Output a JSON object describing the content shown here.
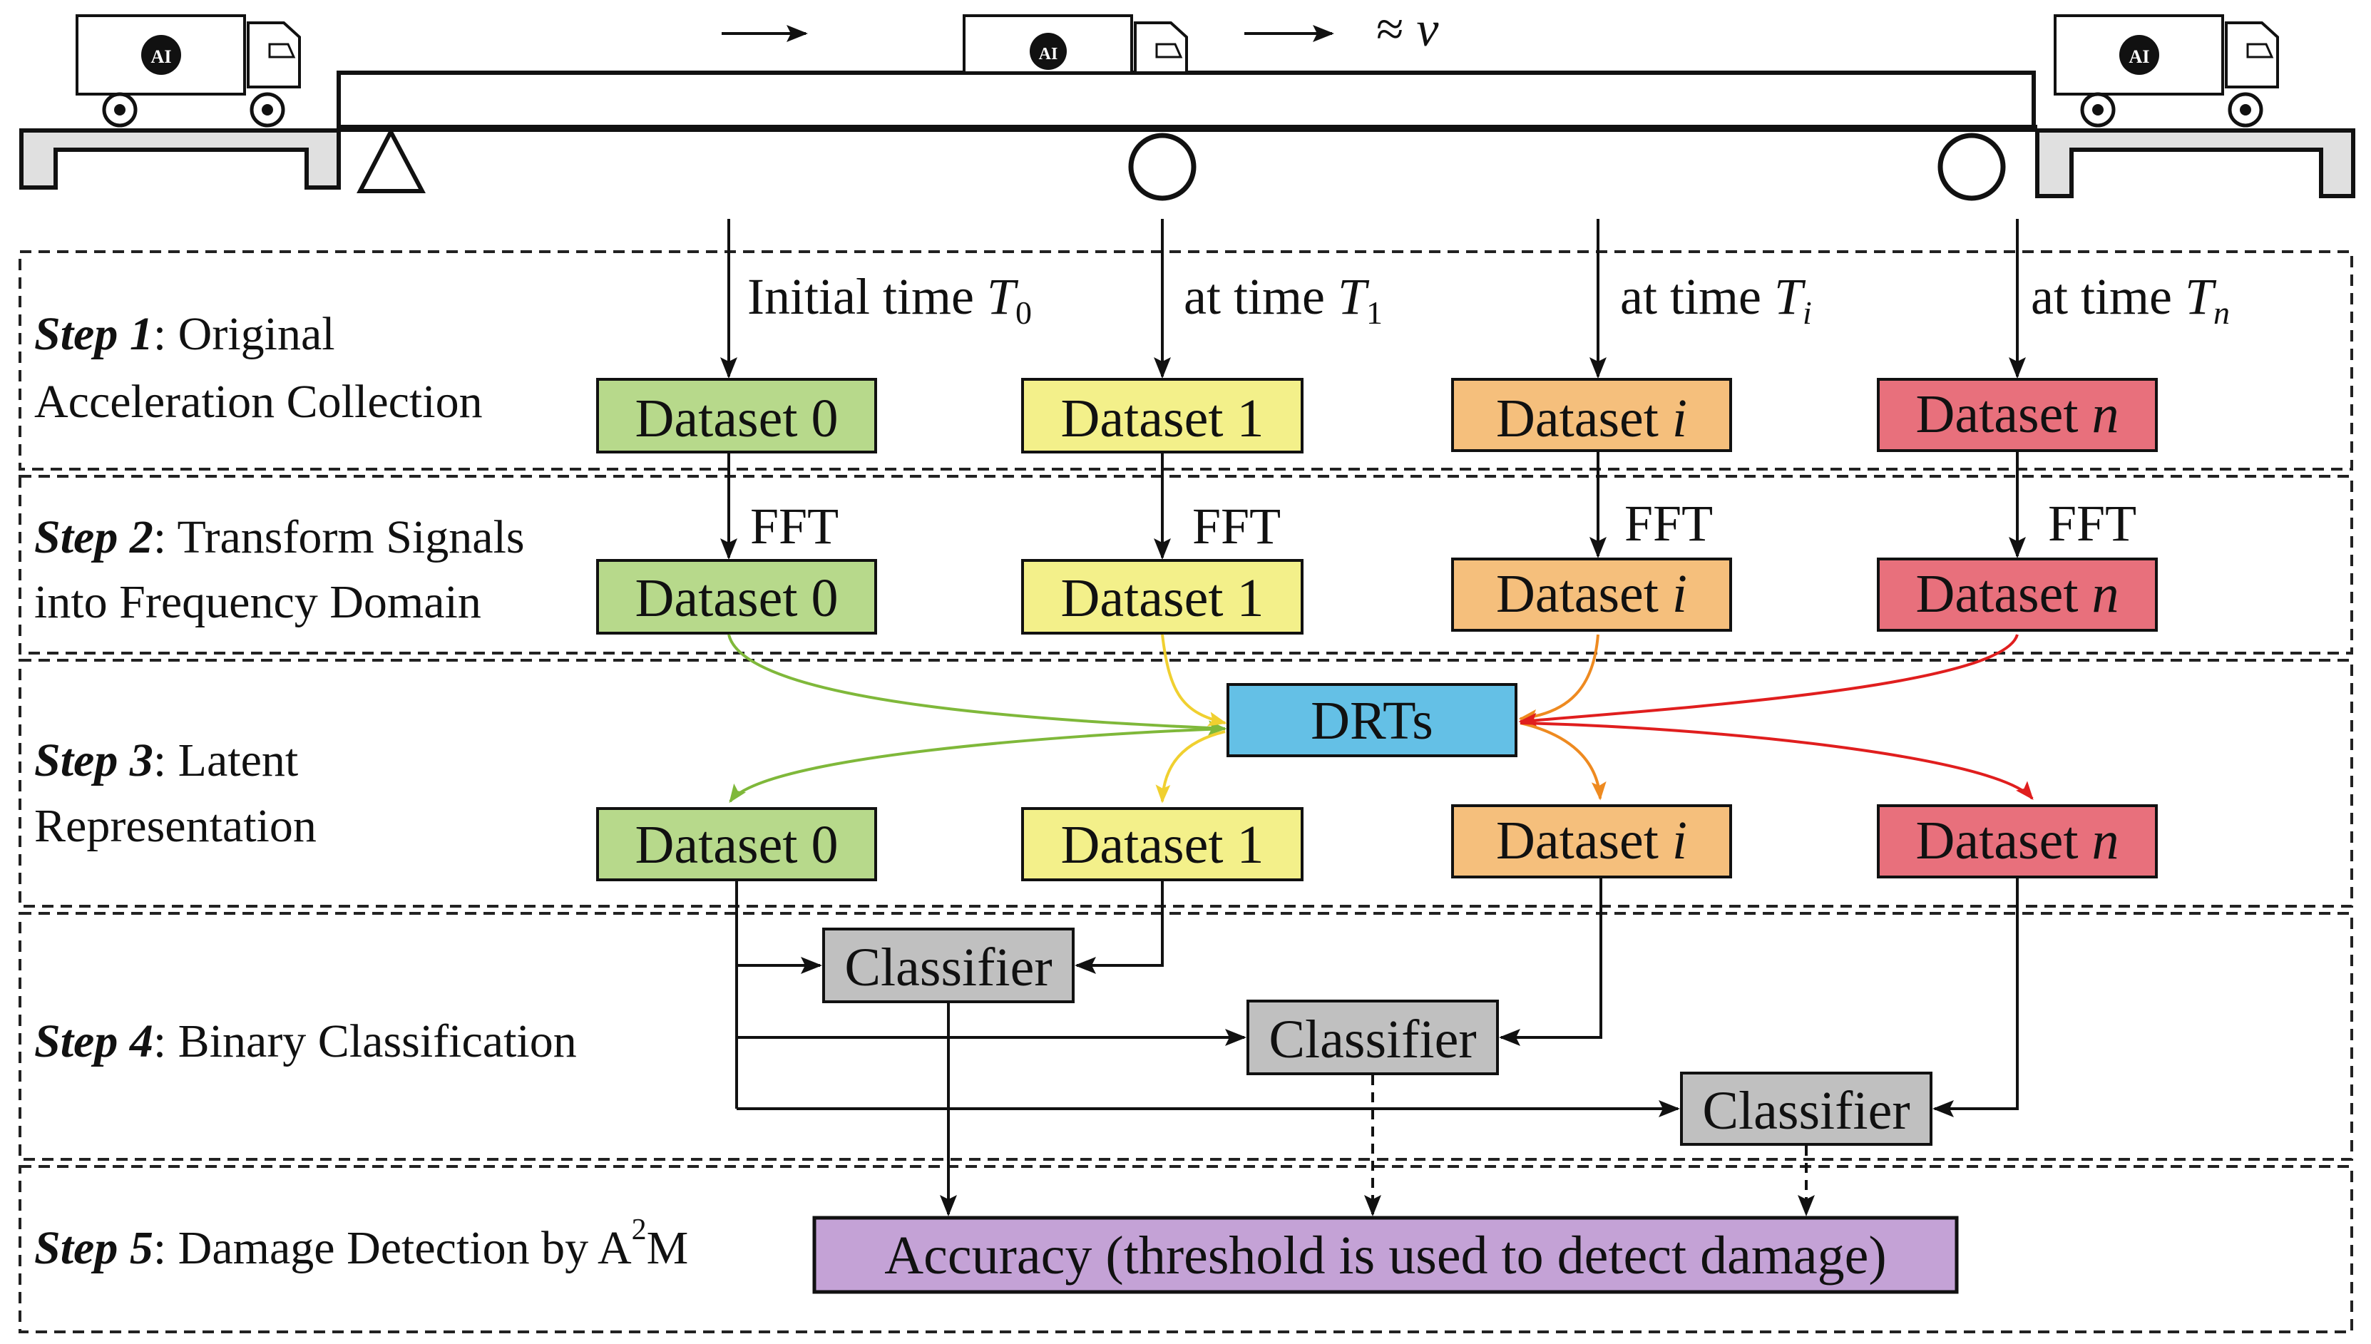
{
  "truck": {
    "logo": "AI",
    "arrow": "→",
    "approx": "≈",
    "speed_var": "v"
  },
  "steps": [
    {
      "name": "Step 1",
      "rest1": ": Original",
      "line2": "Acceleration Collection"
    },
    {
      "name": "Step 2",
      "rest1": ": Transform Signals",
      "line2": "into Frequency Domain"
    },
    {
      "name": "Step 3",
      "rest1": ": Latent",
      "line2": "Representation"
    },
    {
      "name": "Step 4",
      "rest1": ": Binary Classification",
      "line2": ""
    },
    {
      "name": "Step 5",
      "rest1": ": Damage Detection by A",
      "sup": "2",
      "rest2": "M"
    }
  ],
  "times": [
    {
      "prefix": "Initial time ",
      "var": "T",
      "sub": "0"
    },
    {
      "prefix": "at time ",
      "var": "T",
      "sub": "1"
    },
    {
      "prefix": "at time ",
      "var": "T",
      "sub": "i"
    },
    {
      "prefix": "at time ",
      "var": "T",
      "sub": "n"
    }
  ],
  "datasets": [
    {
      "prefix": "Dataset ",
      "idx": "0",
      "italic": false,
      "fill": "#b7d98b"
    },
    {
      "prefix": "Dataset ",
      "idx": "1",
      "italic": false,
      "fill": "#f3f08a"
    },
    {
      "prefix": "Dataset ",
      "idx": "i",
      "italic": true,
      "fill": "#f5bf7c"
    },
    {
      "prefix": "Dataset ",
      "idx": "n",
      "italic": true,
      "fill": "#e8707c"
    }
  ],
  "fft_label": "FFT",
  "drts": {
    "label": "DRTs",
    "fill": "#64c0e6"
  },
  "classifier": {
    "label": "Classifier",
    "fill": "#c0c0c0"
  },
  "accuracy": {
    "label": "Accuracy (threshold is used to detect damage)",
    "fill": "#c4a2d6"
  },
  "colors": {
    "green": "#7fb83a",
    "yellow": "#f0d030",
    "orange": "#ee8a20",
    "red": "#e01e1e"
  }
}
